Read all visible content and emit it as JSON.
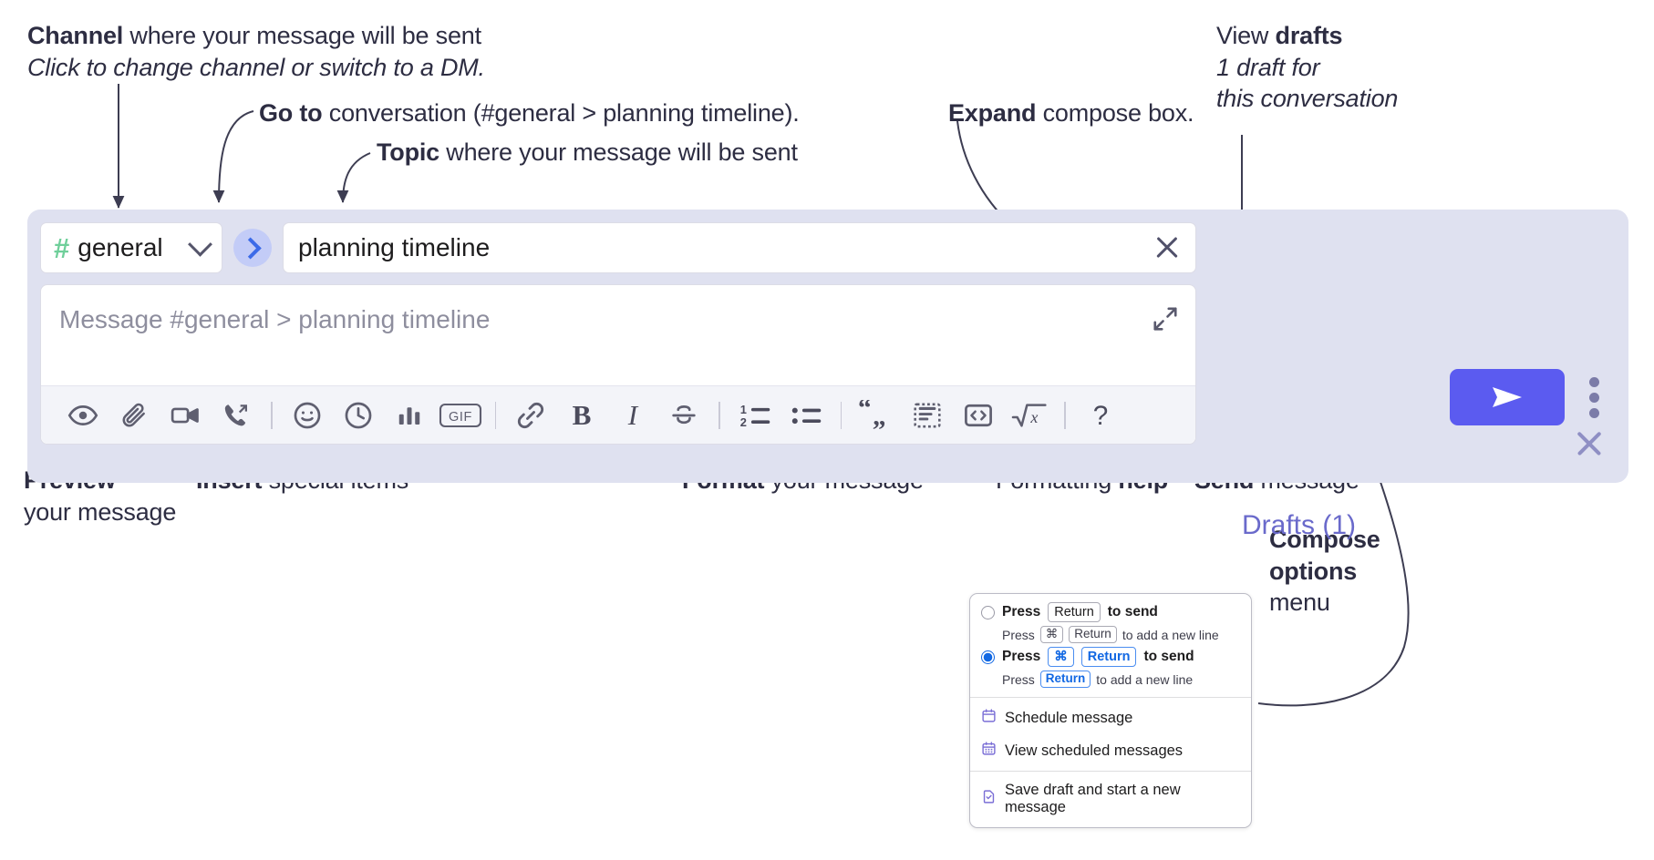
{
  "annotations": {
    "channel": {
      "bold": "Channel",
      "rest": " where your message will be sent",
      "italic": "Click to change channel or switch to a DM."
    },
    "goto": {
      "bold": "Go to",
      "rest": " conversation (#general > planning timeline)."
    },
    "topic": {
      "bold": "Topic",
      "rest": " where your message will be sent"
    },
    "expand": {
      "bold": "Expand",
      "rest": " compose box."
    },
    "drafts": {
      "bold_prefix": "View ",
      "bold": "drafts",
      "italic1": "1 draft for",
      "italic2": "this conversation"
    },
    "preview": {
      "bold": "Preview",
      "rest": "your message"
    },
    "insert": {
      "bold": "Insert",
      "rest": " special items"
    },
    "format": {
      "bold": "Format",
      "rest": " your message"
    },
    "help": {
      "rest": "Formatting ",
      "bold": "help"
    },
    "send": {
      "bold": "Send",
      "rest": " message"
    },
    "compose_options": {
      "bold1": "Compose",
      "bold2": "options",
      "rest": "menu"
    }
  },
  "compose": {
    "channel": {
      "hash": "#",
      "name": "general",
      "chevron_icon": "chevron-down-icon"
    },
    "goto_icon": "chevron-right-icon",
    "topic": {
      "value": "planning timeline",
      "clear_icon": "close-icon"
    },
    "message": {
      "placeholder": "Message #general > planning timeline",
      "expand_icon": "expand-icon"
    },
    "drafts_label": "Drafts (1)",
    "panel_close_icon": "close-icon",
    "send_icon": "send-icon",
    "kebab_icon": "more-vertical-icon",
    "accent_send": "#5b5bf0",
    "panel_bg": "#dfe1f0",
    "toolbar": [
      {
        "name": "preview-icon",
        "kind": "icon"
      },
      {
        "name": "attachment-icon",
        "kind": "icon"
      },
      {
        "name": "video-icon",
        "kind": "icon"
      },
      {
        "name": "huddle-icon",
        "kind": "icon"
      },
      {
        "name": "divider",
        "kind": "divider"
      },
      {
        "name": "emoji-icon",
        "kind": "icon"
      },
      {
        "name": "clock-icon",
        "kind": "icon"
      },
      {
        "name": "poll-icon",
        "kind": "icon"
      },
      {
        "name": "gif-icon",
        "kind": "icon",
        "label": "GIF"
      },
      {
        "name": "divider",
        "kind": "divider"
      },
      {
        "name": "link-icon",
        "kind": "icon"
      },
      {
        "name": "bold-icon",
        "kind": "icon",
        "label": "B"
      },
      {
        "name": "italic-icon",
        "kind": "icon",
        "label": "I"
      },
      {
        "name": "strikethrough-icon",
        "kind": "icon",
        "label": "S"
      },
      {
        "name": "divider",
        "kind": "divider"
      },
      {
        "name": "ordered-list-icon",
        "kind": "icon"
      },
      {
        "name": "bulleted-list-icon",
        "kind": "icon"
      },
      {
        "name": "divider",
        "kind": "divider"
      },
      {
        "name": "blockquote-icon",
        "kind": "icon"
      },
      {
        "name": "code-block-icon",
        "kind": "icon"
      },
      {
        "name": "code-icon",
        "kind": "icon"
      },
      {
        "name": "math-icon",
        "kind": "icon"
      },
      {
        "name": "divider",
        "kind": "divider"
      },
      {
        "name": "help-icon",
        "kind": "icon",
        "label": "?"
      }
    ]
  },
  "options_menu": {
    "option_1": {
      "selected": false,
      "press": "Press",
      "key": "Return",
      "tail": "to send",
      "sub_press": "Press",
      "sub_key1": "⌘",
      "sub_key2": "Return",
      "sub_tail": "to add a new line"
    },
    "option_2": {
      "selected": true,
      "press": "Press",
      "key1": "⌘",
      "key2": "Return",
      "tail": "to send",
      "sub_press": "Press",
      "sub_key": "Return",
      "sub_tail": "to add a new line"
    },
    "items": [
      {
        "label": "Schedule message",
        "icon": "calendar-icon"
      },
      {
        "label": "View scheduled messages",
        "icon": "calendar-grid-icon"
      },
      {
        "label": "Save draft and start a new message",
        "icon": "save-draft-icon"
      }
    ]
  }
}
